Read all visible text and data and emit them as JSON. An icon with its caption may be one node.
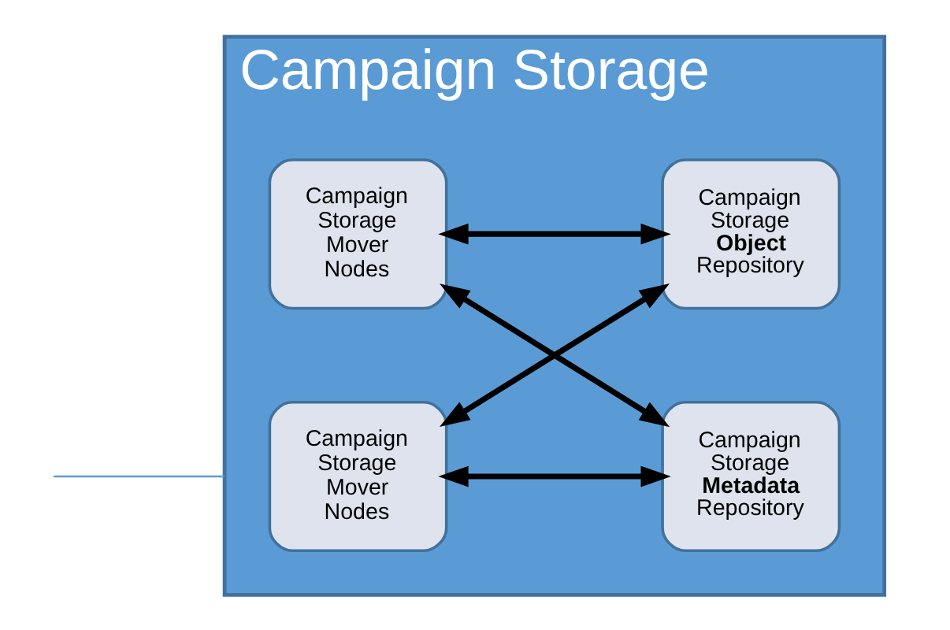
{
  "diagram": {
    "nodes": [
      {
        "text": [
          "Campaign Storage"
        ]
      },
      {
        "text": [
          "Campaign Storage Mover Nodes"
        ],
        "in": 0
      },
      {
        "text": [
          "Campaign Storage **Metadata** Repository"
        ],
        "in": 0
      },
      {
        "text": [
          "Campaign Storage Mover Nodes"
        ],
        "in": 0
      },
      {
        "text": [
          "Campaign Storage **Object** Repository"
        ],
        "in": 0
      }
    ],
    "edges": [
      {
        "from": 1,
        "to": 2,
        "arrow": "both"
      },
      {
        "from": 1,
        "to": 4,
        "arrow": "both"
      },
      {
        "from": 3,
        "to": 2,
        "arrow": "both"
      },
      {
        "from": 3,
        "to": 4,
        "arrow": "both"
      },
      {
        "from": null,
        "to": 0,
        "arrow": "none",
        "color": "#5b9bd5"
      }
    ]
  }
}
